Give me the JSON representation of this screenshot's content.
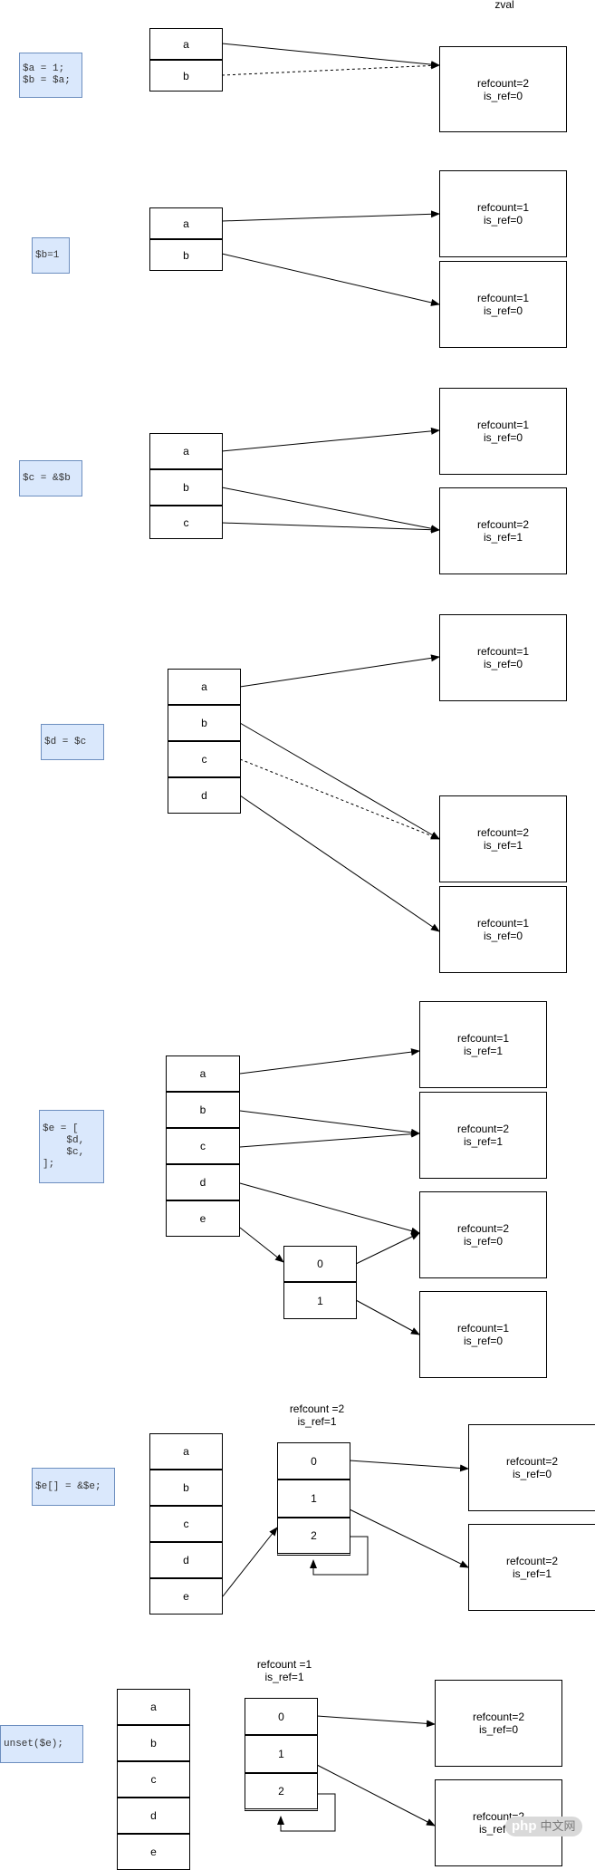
{
  "header": {
    "zval_label": "zval"
  },
  "sections": [
    {
      "code": "$a = 1;\n$b = $a;",
      "vars": [
        "a",
        "b"
      ],
      "zvals": [
        "refcount=2\nis_ref=0"
      ]
    },
    {
      "code": "$b=1",
      "vars": [
        "a",
        "b"
      ],
      "zvals": [
        "refcount=1\nis_ref=0",
        "refcount=1\nis_ref=0"
      ]
    },
    {
      "code": "$c = &$b",
      "vars": [
        "a",
        "b",
        "c"
      ],
      "zvals": [
        "refcount=1\nis_ref=0",
        "refcount=2\nis_ref=1"
      ]
    },
    {
      "code": "$d = $c",
      "vars": [
        "a",
        "b",
        "c",
        "d"
      ],
      "zvals": [
        "refcount=1\nis_ref=0",
        "refcount=2\nis_ref=1",
        "refcount=1\nis_ref=0"
      ]
    },
    {
      "code": "$e = [\n    $d,\n    $c,\n];",
      "vars": [
        "a",
        "b",
        "c",
        "d",
        "e"
      ],
      "array": [
        "0",
        "1"
      ],
      "zvals": [
        "refcount=1\nis_ref=1",
        "refcount=2\nis_ref=1",
        "refcount=2\nis_ref=0",
        "refcount=1\nis_ref=0"
      ]
    },
    {
      "code": "$e[] = &$e;",
      "vars": [
        "a",
        "b",
        "c",
        "d",
        "e"
      ],
      "array_label": "refcount =2\nis_ref=1",
      "array": [
        "0",
        "1",
        "2"
      ],
      "zvals": [
        "refcount=2\nis_ref=0",
        "refcount=2\nis_ref=1"
      ]
    },
    {
      "code": "unset($e);",
      "vars": [
        "a",
        "b",
        "c",
        "d",
        "e"
      ],
      "array_label": "refcount =1\nis_ref=1",
      "array": [
        "0",
        "1",
        "2"
      ],
      "zvals": [
        "refcount=2\nis_ref=0",
        "refcount=2\nis_ref=1"
      ]
    }
  ],
  "watermark": {
    "brand": "php",
    "text": "中文网"
  }
}
